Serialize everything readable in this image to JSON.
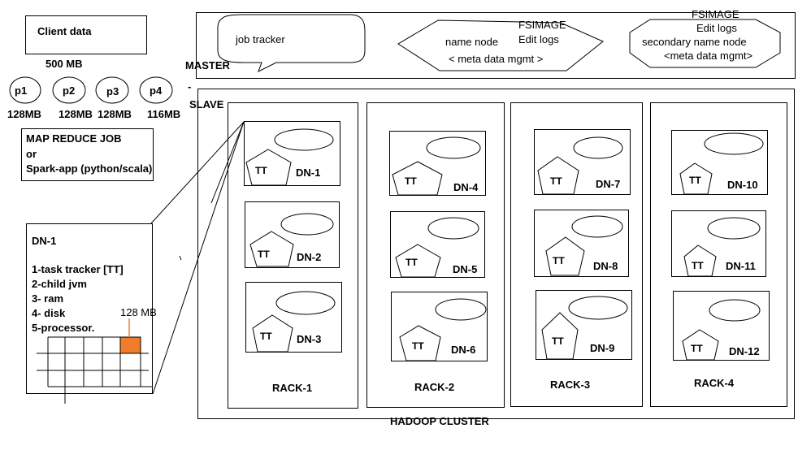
{
  "client": {
    "title": "Client data",
    "size": "500 MB",
    "parts": [
      {
        "name": "p1",
        "size": "128MB"
      },
      {
        "name": "p2",
        "size": "128MB"
      },
      {
        "name": "p3",
        "size": "128MB"
      },
      {
        "name": "p4",
        "size": "116MB"
      }
    ]
  },
  "job": {
    "line1": "MAP REDUCE JOB",
    "line2": "or",
    "line3": "Spark-app (python/scala)"
  },
  "master": {
    "label": "MASTER",
    "job_tracker": "job tracker",
    "name_node": {
      "fsimage": "FSIMAGE",
      "edit_logs": "Edit logs",
      "title": "name node",
      "meta": "< meta data mgmt >"
    },
    "secondary_name_node": {
      "fsimage": "FSIMAGE",
      "edit_logs": "Edit logs",
      "title": "secondary name node",
      "meta": "<meta data mgmt>"
    }
  },
  "slave": {
    "label": "SLAVE"
  },
  "dn_detail": {
    "title": "DN-1",
    "items": [
      "1-task tracker [TT]",
      "2-child jvm",
      "3- ram",
      "4- disk",
      "5-processor."
    ],
    "block_size": "128 MB",
    "highlight_color": "#f07d2c"
  },
  "tt_label": "TT",
  "racks": [
    {
      "name": "RACK-1",
      "nodes": [
        "DN-1",
        "DN-2",
        "DN-3"
      ]
    },
    {
      "name": "RACK-2",
      "nodes": [
        "DN-4",
        "DN-5",
        "DN-6"
      ]
    },
    {
      "name": "RACK-3",
      "nodes": [
        "DN-7",
        "DN-8",
        "DN-9"
      ]
    },
    {
      "name": "RACK-4",
      "nodes": [
        "DN-10",
        "DN-11",
        "DN-12"
      ]
    }
  ],
  "cluster_label": "HADOOP CLUSTER"
}
